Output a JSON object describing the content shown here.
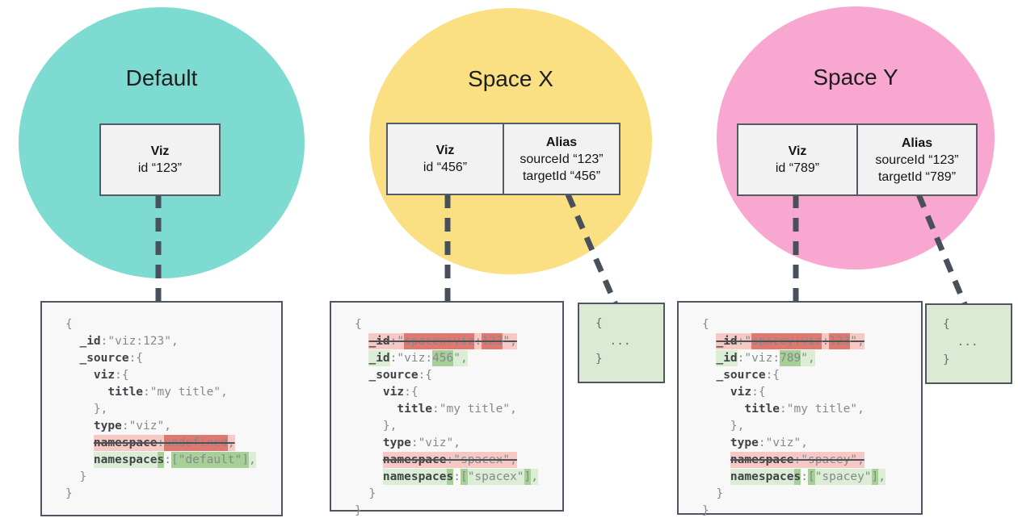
{
  "palette": {
    "circle_default": "#7edbd2",
    "circle_space_x": "#fbe083",
    "circle_space_y": "#f8a7d0",
    "entity_box_bg": "#f2f2f2",
    "entity_box_border": "#555b63",
    "code_block_bg": "#f8f8f8",
    "code_block_border": "#4d5662",
    "ellipsis_box_bg": "#dcead3",
    "connector": "#47505b",
    "highlight_red_light": "#f6c9c5",
    "highlight_red_dark": "#e0786f",
    "highlight_green_light": "#dcedd5",
    "highlight_green_dark": "#a6d097",
    "code_key_color": "#3f4347",
    "code_value_color": "#85898d"
  },
  "diagram": {
    "circles": [
      {
        "title": "Default"
      },
      {
        "title": "Space X"
      },
      {
        "title": "Space Y"
      }
    ],
    "boxes": {
      "viz_default": {
        "name": "Viz",
        "id_line": "id “123”"
      },
      "viz_space_x": {
        "name": "Viz",
        "id_line": "id “456”"
      },
      "alias_space_x": {
        "name": "Alias",
        "source_line": "sourceId “123”",
        "target_line": "targetId “456”"
      },
      "viz_space_y": {
        "name": "Viz",
        "id_line": "id “789”"
      },
      "alias_space_y": {
        "name": "Alias",
        "source_line": "sourceId “123”",
        "target_line": "targetId “789”"
      }
    }
  },
  "code_blocks": [
    {
      "space": "Default",
      "lines": [
        {
          "seg": [
            {
              "t": "{",
              "c": "v"
            }
          ]
        },
        {
          "seg": [
            {
              "t": "  ",
              "c": "v"
            },
            {
              "t": "_id",
              "c": "k"
            },
            {
              "t": ":",
              "c": "v"
            },
            {
              "t": "\"viz:123\",",
              "c": "v"
            }
          ]
        },
        {
          "seg": [
            {
              "t": "  ",
              "c": "v"
            },
            {
              "t": "_source",
              "c": "k"
            },
            {
              "t": ":{",
              "c": "v"
            }
          ]
        },
        {
          "seg": [
            {
              "t": "    ",
              "c": "v"
            },
            {
              "t": "viz",
              "c": "k"
            },
            {
              "t": ":{",
              "c": "v"
            }
          ]
        },
        {
          "seg": [
            {
              "t": "      ",
              "c": "v"
            },
            {
              "t": "title",
              "c": "k"
            },
            {
              "t": ":",
              "c": "v"
            },
            {
              "t": "\"my title\",",
              "c": "v"
            }
          ]
        },
        {
          "seg": [
            {
              "t": "    },",
              "c": "v"
            }
          ]
        },
        {
          "seg": [
            {
              "t": "    ",
              "c": "v"
            },
            {
              "t": "type",
              "c": "k"
            },
            {
              "t": ":",
              "c": "v"
            },
            {
              "t": "\"viz\",",
              "c": "v"
            }
          ]
        },
        {
          "seg": [
            {
              "t": "    ",
              "c": "v"
            },
            {
              "t": "namespace",
              "c": "k",
              "h": "rl",
              "s": 1
            },
            {
              "t": ":",
              "c": "v",
              "h": "rl",
              "s": 1
            },
            {
              "t": "undefined",
              "c": "v",
              "h": "rd",
              "s": 1
            },
            {
              "t": ",",
              "c": "v",
              "h": "rl",
              "s": 1
            }
          ]
        },
        {
          "seg": [
            {
              "t": "    ",
              "c": "v"
            },
            {
              "t": "namespace",
              "c": "k",
              "h": "gl"
            },
            {
              "t": "s",
              "c": "k",
              "h": "gd"
            },
            {
              "t": ":",
              "c": "v"
            },
            {
              "t": "[\"default\"]",
              "c": "v",
              "h": "gd"
            },
            {
              "t": ",",
              "c": "v",
              "h": "gl"
            }
          ]
        },
        {
          "seg": [
            {
              "t": "  }",
              "c": "v"
            }
          ]
        },
        {
          "seg": [
            {
              "t": "}",
              "c": "v"
            }
          ]
        }
      ]
    },
    {
      "space": "Space X",
      "lines": [
        {
          "seg": [
            {
              "t": "{",
              "c": "v"
            }
          ]
        },
        {
          "seg": [
            {
              "t": "  ",
              "c": "v"
            },
            {
              "t": "_id",
              "c": "k",
              "h": "rl",
              "s": 1
            },
            {
              "t": ":\"",
              "c": "v",
              "h": "rl",
              "s": 1
            },
            {
              "t": "spacex:viz",
              "c": "v",
              "h": "rd",
              "s": 1
            },
            {
              "t": ":",
              "c": "v",
              "h": "rl",
              "s": 1
            },
            {
              "t": "123",
              "c": "v",
              "h": "rd",
              "s": 1
            },
            {
              "t": "\",",
              "c": "v",
              "h": "rl",
              "s": 1
            }
          ]
        },
        {
          "seg": [
            {
              "t": "  ",
              "c": "v"
            },
            {
              "t": "_id",
              "c": "k",
              "h": "gl"
            },
            {
              "t": ":\"viz:",
              "c": "v"
            },
            {
              "t": "456",
              "c": "v",
              "h": "gd"
            },
            {
              "t": "\",",
              "c": "v",
              "h": "gl"
            }
          ]
        },
        {
          "seg": [
            {
              "t": "  ",
              "c": "v"
            },
            {
              "t": "_source",
              "c": "k"
            },
            {
              "t": ":{",
              "c": "v"
            }
          ]
        },
        {
          "seg": [
            {
              "t": "    ",
              "c": "v"
            },
            {
              "t": "viz",
              "c": "k"
            },
            {
              "t": ":{",
              "c": "v"
            }
          ]
        },
        {
          "seg": [
            {
              "t": "      ",
              "c": "v"
            },
            {
              "t": "title",
              "c": "k"
            },
            {
              "t": ":",
              "c": "v"
            },
            {
              "t": "\"my title\",",
              "c": "v"
            }
          ]
        },
        {
          "seg": [
            {
              "t": "    },",
              "c": "v"
            }
          ]
        },
        {
          "seg": [
            {
              "t": "    ",
              "c": "v"
            },
            {
              "t": "type",
              "c": "k"
            },
            {
              "t": ":",
              "c": "v"
            },
            {
              "t": "\"viz\",",
              "c": "v"
            }
          ]
        },
        {
          "seg": [
            {
              "t": "    ",
              "c": "v"
            },
            {
              "t": "namespace",
              "c": "k",
              "h": "rl",
              "s": 1
            },
            {
              "t": ":\"spacex\",",
              "c": "v",
              "h": "rl",
              "s": 1
            }
          ]
        },
        {
          "seg": [
            {
              "t": "    ",
              "c": "v"
            },
            {
              "t": "namespace",
              "c": "k",
              "h": "gl"
            },
            {
              "t": "s",
              "c": "k",
              "h": "gd"
            },
            {
              "t": ":",
              "c": "v"
            },
            {
              "t": "[",
              "c": "v",
              "h": "gd"
            },
            {
              "t": "\"spacex\"",
              "c": "v",
              "h": "gl"
            },
            {
              "t": "]",
              "c": "v",
              "h": "gd"
            },
            {
              "t": ",",
              "c": "v",
              "h": "gl"
            }
          ]
        },
        {
          "seg": [
            {
              "t": "  }",
              "c": "v"
            }
          ]
        },
        {
          "seg": [
            {
              "t": "}",
              "c": "v"
            }
          ]
        }
      ]
    },
    {
      "space": "Space Y",
      "lines": [
        {
          "seg": [
            {
              "t": "{",
              "c": "v"
            }
          ]
        },
        {
          "seg": [
            {
              "t": "  ",
              "c": "v"
            },
            {
              "t": "_id",
              "c": "k",
              "h": "rl",
              "s": 1
            },
            {
              "t": ":\"",
              "c": "v",
              "h": "rl",
              "s": 1
            },
            {
              "t": "spacey:viz",
              "c": "v",
              "h": "rd",
              "s": 1
            },
            {
              "t": ":",
              "c": "v",
              "h": "rl",
              "s": 1
            },
            {
              "t": "123",
              "c": "v",
              "h": "rd",
              "s": 1
            },
            {
              "t": "\",",
              "c": "v",
              "h": "rl",
              "s": 1
            }
          ]
        },
        {
          "seg": [
            {
              "t": "  ",
              "c": "v"
            },
            {
              "t": "_id",
              "c": "k",
              "h": "gl"
            },
            {
              "t": ":\"viz:",
              "c": "v"
            },
            {
              "t": "789",
              "c": "v",
              "h": "gd"
            },
            {
              "t": "\",",
              "c": "v",
              "h": "gl"
            }
          ]
        },
        {
          "seg": [
            {
              "t": "  ",
              "c": "v"
            },
            {
              "t": "_source",
              "c": "k"
            },
            {
              "t": ":{",
              "c": "v"
            }
          ]
        },
        {
          "seg": [
            {
              "t": "    ",
              "c": "v"
            },
            {
              "t": "viz",
              "c": "k"
            },
            {
              "t": ":{",
              "c": "v"
            }
          ]
        },
        {
          "seg": [
            {
              "t": "      ",
              "c": "v"
            },
            {
              "t": "title",
              "c": "k"
            },
            {
              "t": ":",
              "c": "v"
            },
            {
              "t": "\"my title\",",
              "c": "v"
            }
          ]
        },
        {
          "seg": [
            {
              "t": "    },",
              "c": "v"
            }
          ]
        },
        {
          "seg": [
            {
              "t": "    ",
              "c": "v"
            },
            {
              "t": "type",
              "c": "k"
            },
            {
              "t": ":",
              "c": "v"
            },
            {
              "t": "\"viz\",",
              "c": "v"
            }
          ]
        },
        {
          "seg": [
            {
              "t": "    ",
              "c": "v"
            },
            {
              "t": "namespace",
              "c": "k",
              "h": "rl",
              "s": 1
            },
            {
              "t": ":\"spacey\",",
              "c": "v",
              "h": "rl",
              "s": 1
            }
          ]
        },
        {
          "seg": [
            {
              "t": "    ",
              "c": "v"
            },
            {
              "t": "namespace",
              "c": "k",
              "h": "gl"
            },
            {
              "t": "s",
              "c": "k",
              "h": "gd"
            },
            {
              "t": ":",
              "c": "v"
            },
            {
              "t": "[",
              "c": "v",
              "h": "gd"
            },
            {
              "t": "\"spacey\"",
              "c": "v",
              "h": "gl"
            },
            {
              "t": "]",
              "c": "v",
              "h": "gd"
            },
            {
              "t": ",",
              "c": "v",
              "h": "gl"
            }
          ]
        },
        {
          "seg": [
            {
              "t": "  }",
              "c": "v"
            }
          ]
        },
        {
          "seg": [
            {
              "t": "}",
              "c": "v"
            }
          ]
        }
      ]
    }
  ],
  "ellipsis_box": {
    "lines": [
      "{",
      "  ...",
      "}"
    ]
  }
}
